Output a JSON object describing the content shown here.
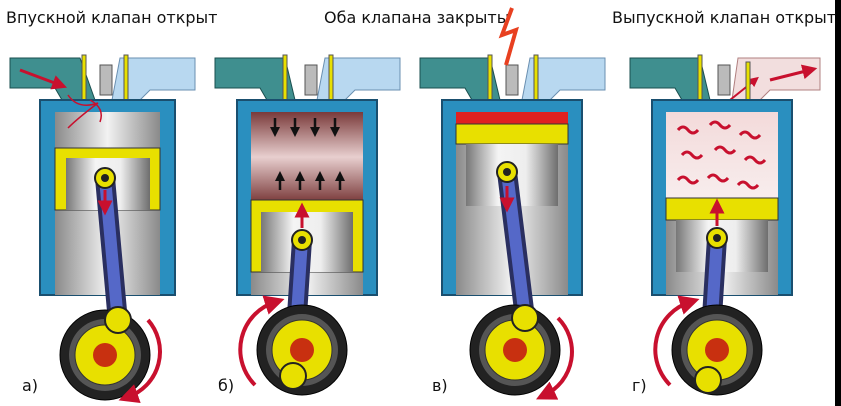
{
  "labels": {
    "intake_open": "Впускной клапан открыт",
    "both_closed": "Оба клапана закрыты",
    "exhaust_open": "Выпускной клапан открыт"
  },
  "panels": [
    {
      "id": "a",
      "letter": "а)"
    },
    {
      "id": "b",
      "letter": "б)"
    },
    {
      "id": "c",
      "letter": "в)"
    },
    {
      "id": "d",
      "letter": "г)"
    }
  ],
  "colors": {
    "cylinder": "#2a8fbf",
    "port": "#3f8f8f",
    "exhaust_port": "#b8d8f0",
    "piston": "#e8e000",
    "rod": "#3f4fa6",
    "arrow": "#c8102e",
    "flywheel": "#222222",
    "crank": "#e8e000",
    "crank_pin": "#c83010"
  }
}
